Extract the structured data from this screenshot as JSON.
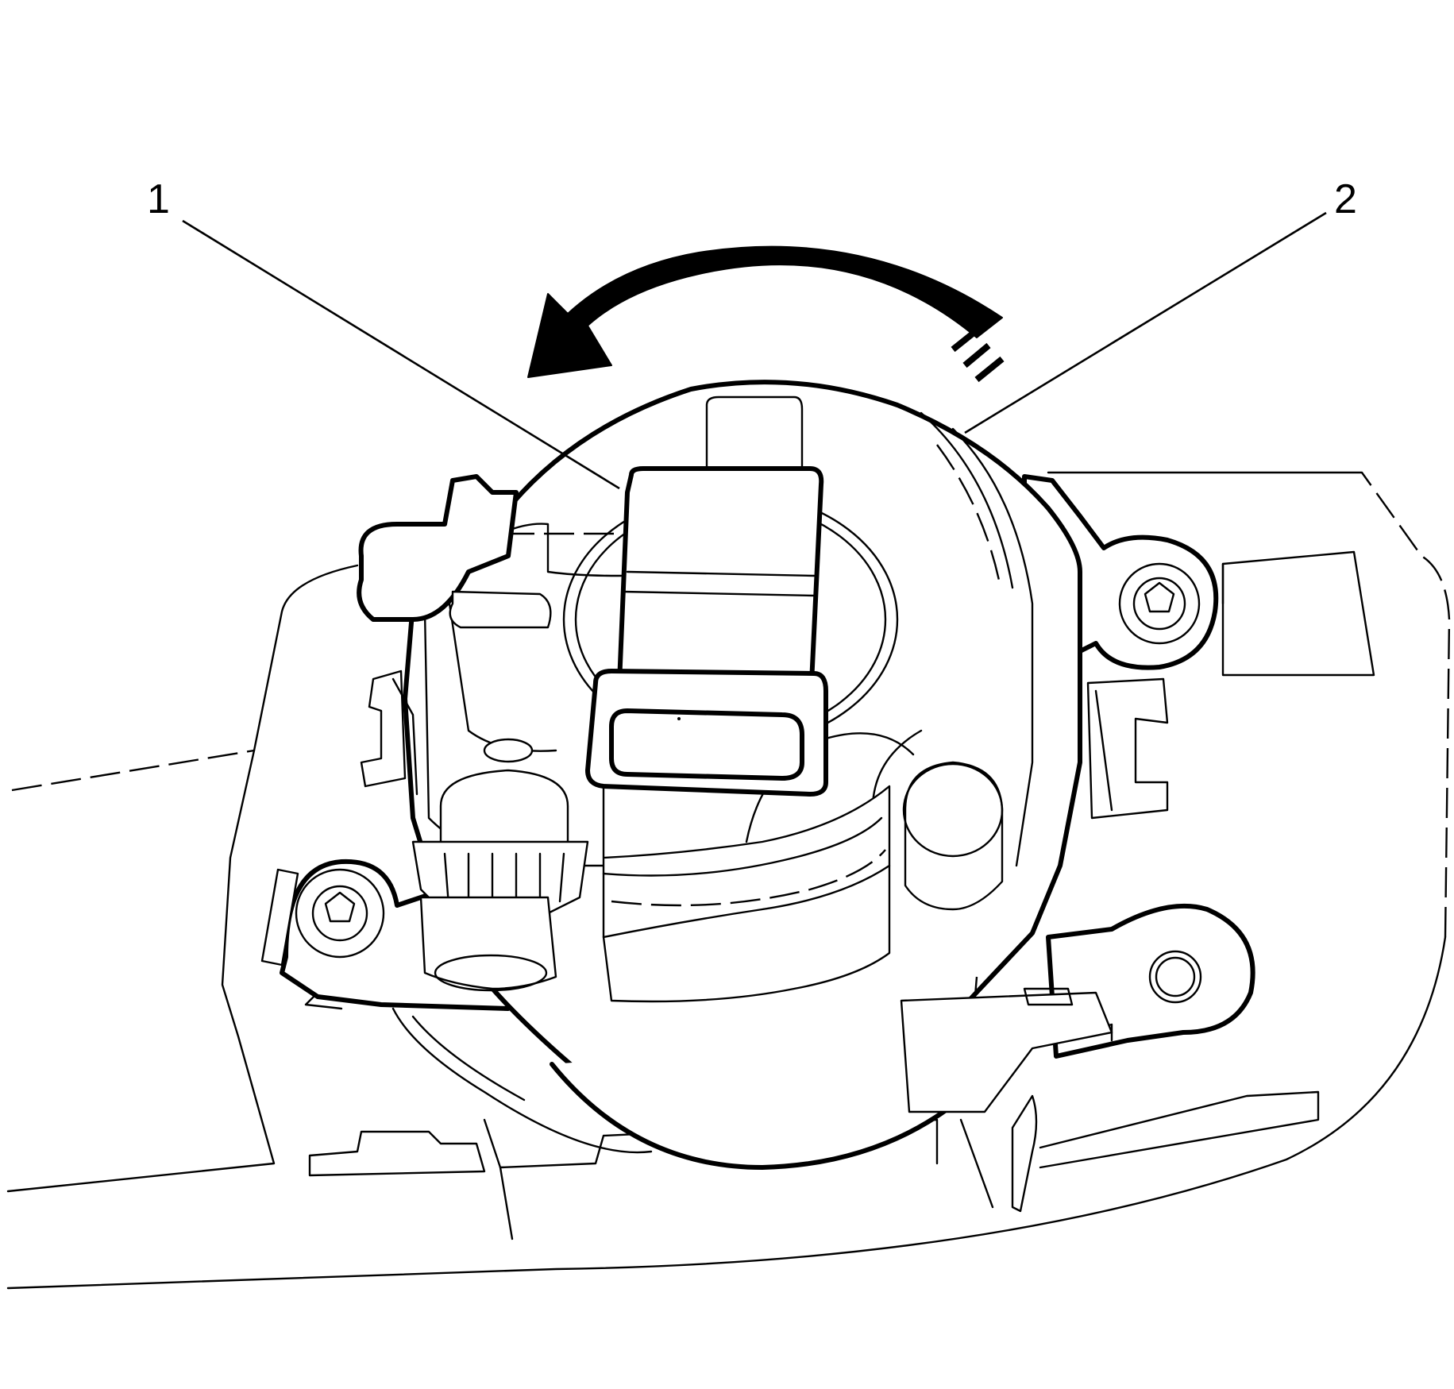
{
  "callouts": [
    {
      "label": "1"
    },
    {
      "label": "2"
    }
  ],
  "rotation_arrow": {
    "direction": "counterclockwise"
  },
  "colors": {
    "line": "#000000",
    "background": "#ffffff"
  }
}
